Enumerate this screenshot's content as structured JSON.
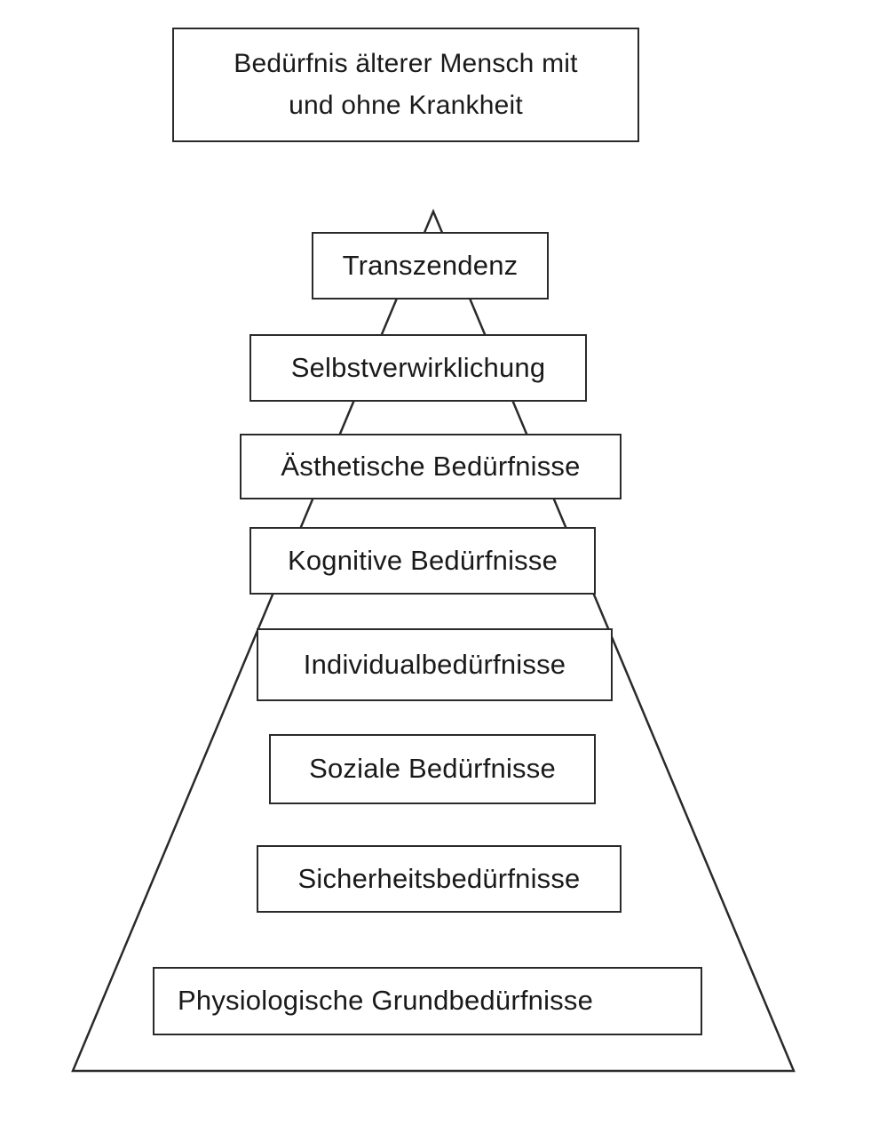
{
  "title": {
    "line1": "Bedürfnis älterer Mensch mit",
    "line2": "und ohne Krankheit"
  },
  "levels": [
    "Transzendenz",
    "Selbstverwirklichung",
    "Ästhetische Bedürfnisse",
    "Kognitive Bedürfnisse",
    "Individualbedürfnisse",
    "Soziale Bedürfnisse",
    "Sicherheitsbedürfnisse",
    "Physiologische Grundbedürfnisse"
  ]
}
